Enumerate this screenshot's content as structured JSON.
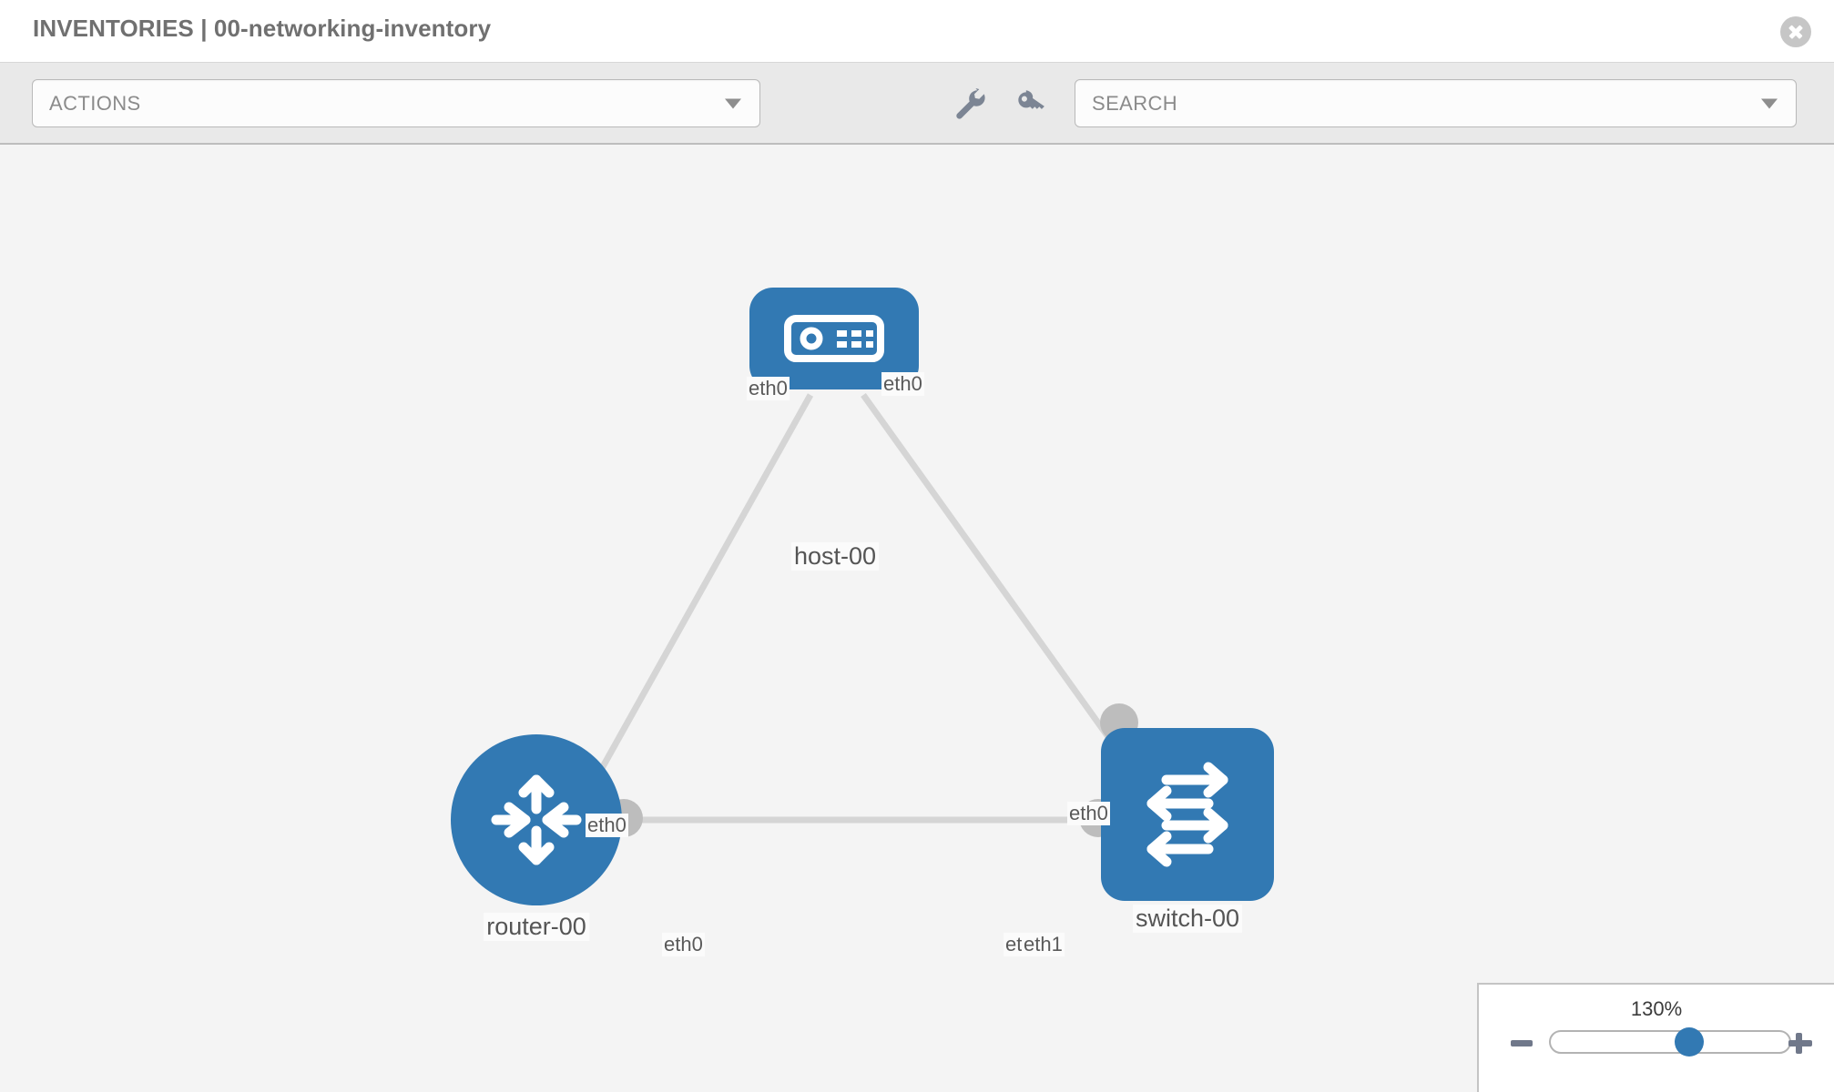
{
  "header": {
    "title": "INVENTORIES | 00-networking-inventory",
    "close_icon": "close-circle-icon"
  },
  "toolbar": {
    "actions_label": "ACTIONS",
    "search_placeholder": "SEARCH",
    "wrench_icon": "wrench-icon",
    "key_icon": "key-icon",
    "caret_icon": "chevron-down-icon"
  },
  "topology": {
    "nodes": [
      {
        "id": "host-00",
        "label": "host-00",
        "icon": "server-icon",
        "color": "#3279b3"
      },
      {
        "id": "router-00",
        "label": "router-00",
        "icon": "router-icon",
        "color": "#3279b3"
      },
      {
        "id": "switch-00",
        "label": "switch-00",
        "icon": "switch-icon",
        "color": "#3279b3"
      }
    ],
    "links": [
      {
        "from": "host-00",
        "to": "router-00",
        "from_iface": "eth0",
        "to_iface": "eth0"
      },
      {
        "from": "host-00",
        "to": "switch-00",
        "from_iface": "eth0",
        "to_iface": "eth0"
      },
      {
        "from": "router-00",
        "to": "switch-00",
        "from_iface": "eth0",
        "to_iface": "eth1"
      }
    ],
    "iface_labels": {
      "host_left": "eth0",
      "host_right": "eth0",
      "router_up": "eth0",
      "switch_up": "eth0",
      "router_right": "eth0",
      "switch_left_hidden": "eth",
      "switch_left": "eth1"
    },
    "edge_color": "#d5d5d5",
    "handle_color": "#bdbdbd"
  },
  "zoom_control": {
    "value_label": "130%",
    "minus_label": "zoom-out",
    "plus_label": "zoom-in",
    "thumb_position_percent": 58
  }
}
